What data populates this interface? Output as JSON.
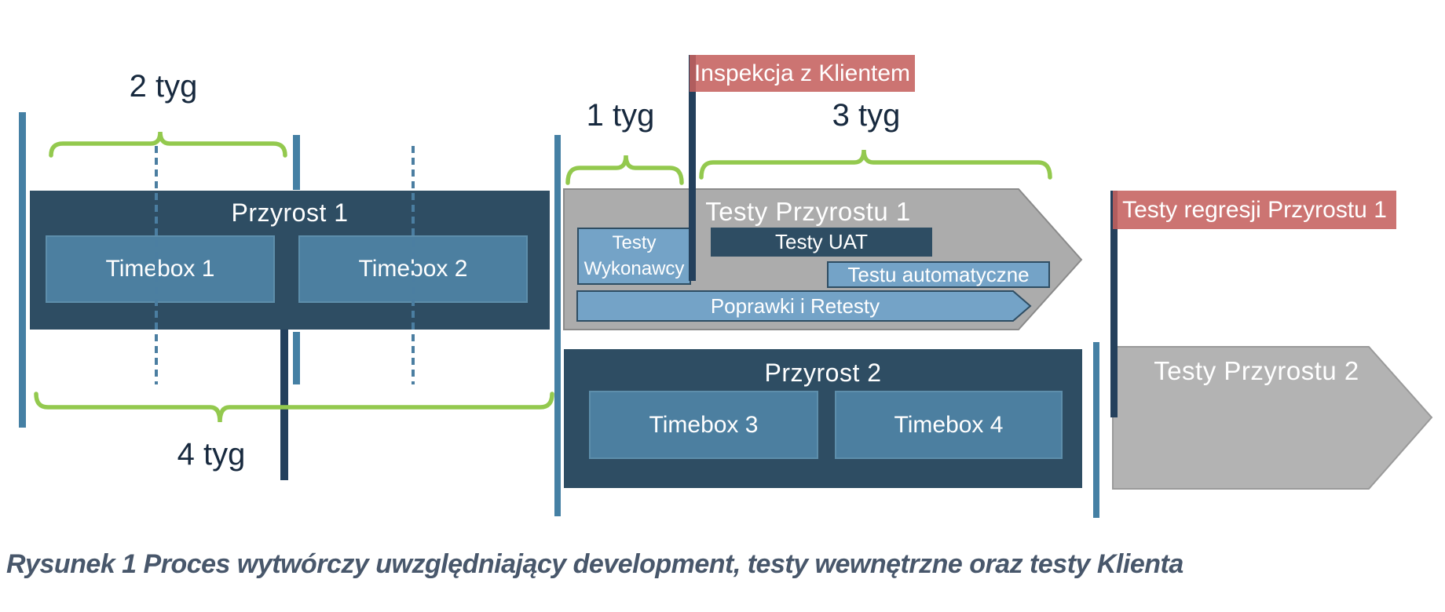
{
  "diagram": {
    "durations": {
      "two_weeks": "2 tyg",
      "four_weeks": "4 tyg",
      "one_week": "1 tyg",
      "three_weeks": "3 tyg"
    },
    "increment1": {
      "title": "Przyrost 1",
      "timebox1": "Timebox 1",
      "timebox2": "Timebox 2"
    },
    "increment2": {
      "title": "Przyrost 2",
      "timebox3": "Timebox 3",
      "timebox4": "Timebox 4"
    },
    "tests_increment1": {
      "title": "Testy Przyrostu 1",
      "contractor_tests": "Testy Wykonawcy",
      "uat_tests": "Testy UAT",
      "automated_tests": "Testu automatyczne",
      "fixes_retests": "Poprawki i Retesty"
    },
    "tests_increment2": {
      "title": "Testy Przyrostu 2"
    },
    "milestones": {
      "client_inspection": "Inspekcja z Klientem",
      "regression_tests": "Testy regresji Przyrostu 1"
    },
    "caption": "Rysunek 1 Proces wytwórczy uwzględniający development, testy wewnętrzne oraz testy Klienta",
    "colors": {
      "dark_navy_box": "#2E4D63",
      "timebox_blue": "#4C7FA0",
      "light_blue_box": "#74A3C7",
      "steel_line": "#4580A4",
      "navy_line": "#24405C",
      "brace_green": "#93C94E",
      "milestone_red": "#C5615E",
      "arrow_gray": "#ACACAC",
      "label_text": "#17293E",
      "caption_text": "#48576B"
    }
  }
}
